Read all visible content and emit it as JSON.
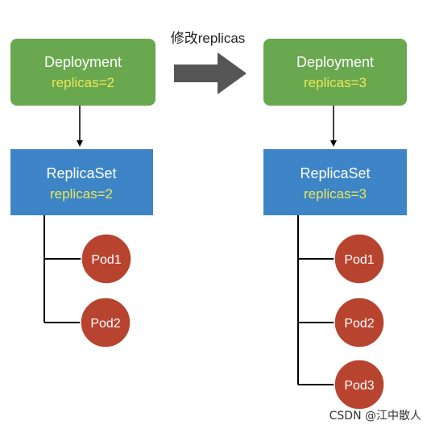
{
  "caption": "修改replicas",
  "watermark": "CSDN @江中散人",
  "colors": {
    "deployment_fill": "#6aa84f",
    "replicaset_fill": "#3d85c6",
    "pod_fill": "#b8432f",
    "highlight_text": "#e8e85a",
    "arrow": "#555555",
    "line": "#000000"
  },
  "left": {
    "deployment": {
      "title": "Deployment",
      "replicas": "replicas=2"
    },
    "replicaset": {
      "title": "ReplicaSet",
      "replicas": "replicas=2"
    },
    "pods": [
      "Pod1",
      "Pod2"
    ]
  },
  "right": {
    "deployment": {
      "title": "Deployment",
      "replicas": "replicas=3"
    },
    "replicaset": {
      "title": "ReplicaSet",
      "replicas": "replicas=3"
    },
    "pods": [
      "Pod1",
      "Pod2",
      "Pod3"
    ]
  }
}
